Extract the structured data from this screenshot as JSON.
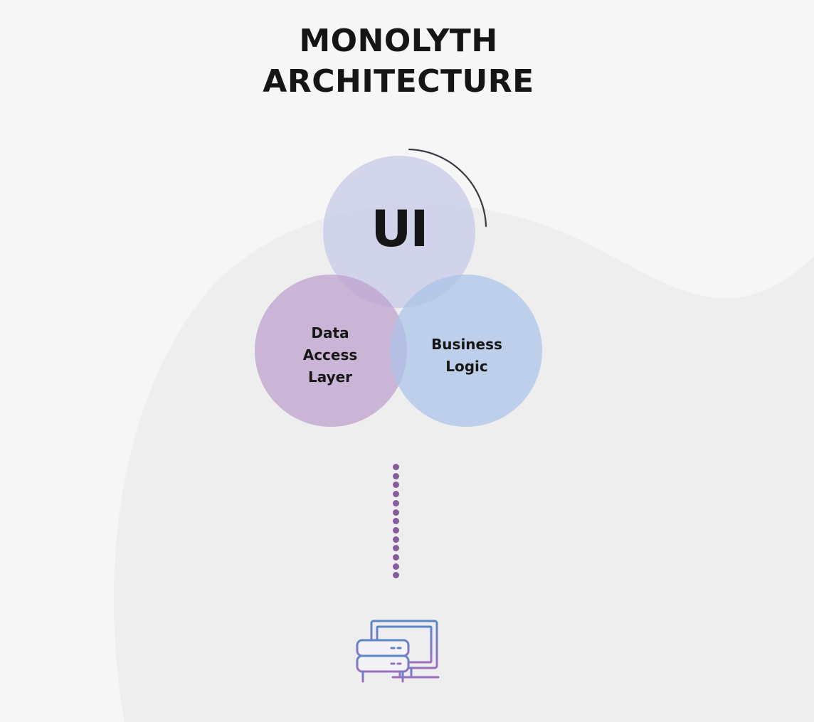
{
  "title": {
    "line1": "MONOLYTH",
    "line2": "ARCHITECTURE"
  },
  "diagram": {
    "top_circle": {
      "label": "UI",
      "color": "#c9cce8"
    },
    "left_circle": {
      "label": "Data\nAccess\nLayer",
      "color": "#bea0cd"
    },
    "right_circle": {
      "label": "Business\nLogic",
      "color": "#aac3e8"
    },
    "connector": {
      "style": "dotted",
      "color": "#8a5a9e",
      "dot_count": 13
    },
    "bottom_icon": "server-computer-icon"
  },
  "colors": {
    "background": "#f6f6f7",
    "text": "#151515",
    "icon_blue": "#5b86c8",
    "icon_purple": "#9b6fc0"
  }
}
